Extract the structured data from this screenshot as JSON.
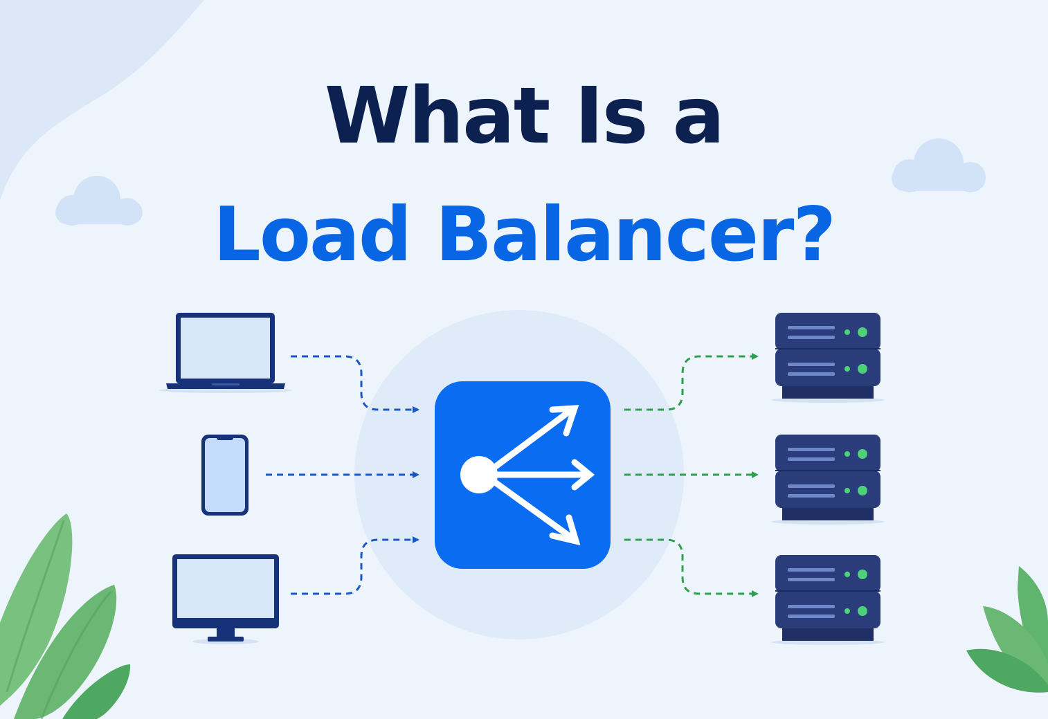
{
  "title": {
    "line1": "What Is a",
    "line2": "Load Balancer?"
  },
  "colors": {
    "background": "#eef4fb",
    "title_dark": "#0d2150",
    "title_accent": "#0866e4",
    "client_connections": "#1a56c4",
    "server_connections": "#2e9e4f",
    "server_body": "#2a3d7a",
    "server_led": "#4fd07a",
    "balancer": "#0a6cf0",
    "leaf": "#5cb86c"
  },
  "diagram": {
    "clients": [
      {
        "name": "laptop",
        "icon": "laptop-icon"
      },
      {
        "name": "phone",
        "icon": "smartphone-icon"
      },
      {
        "name": "desktop",
        "icon": "desktop-monitor-icon"
      }
    ],
    "balancer": {
      "icon": "load-balancer-distribute-icon"
    },
    "servers": [
      {
        "icon": "server-icon"
      },
      {
        "icon": "server-icon"
      },
      {
        "icon": "server-icon"
      }
    ]
  }
}
